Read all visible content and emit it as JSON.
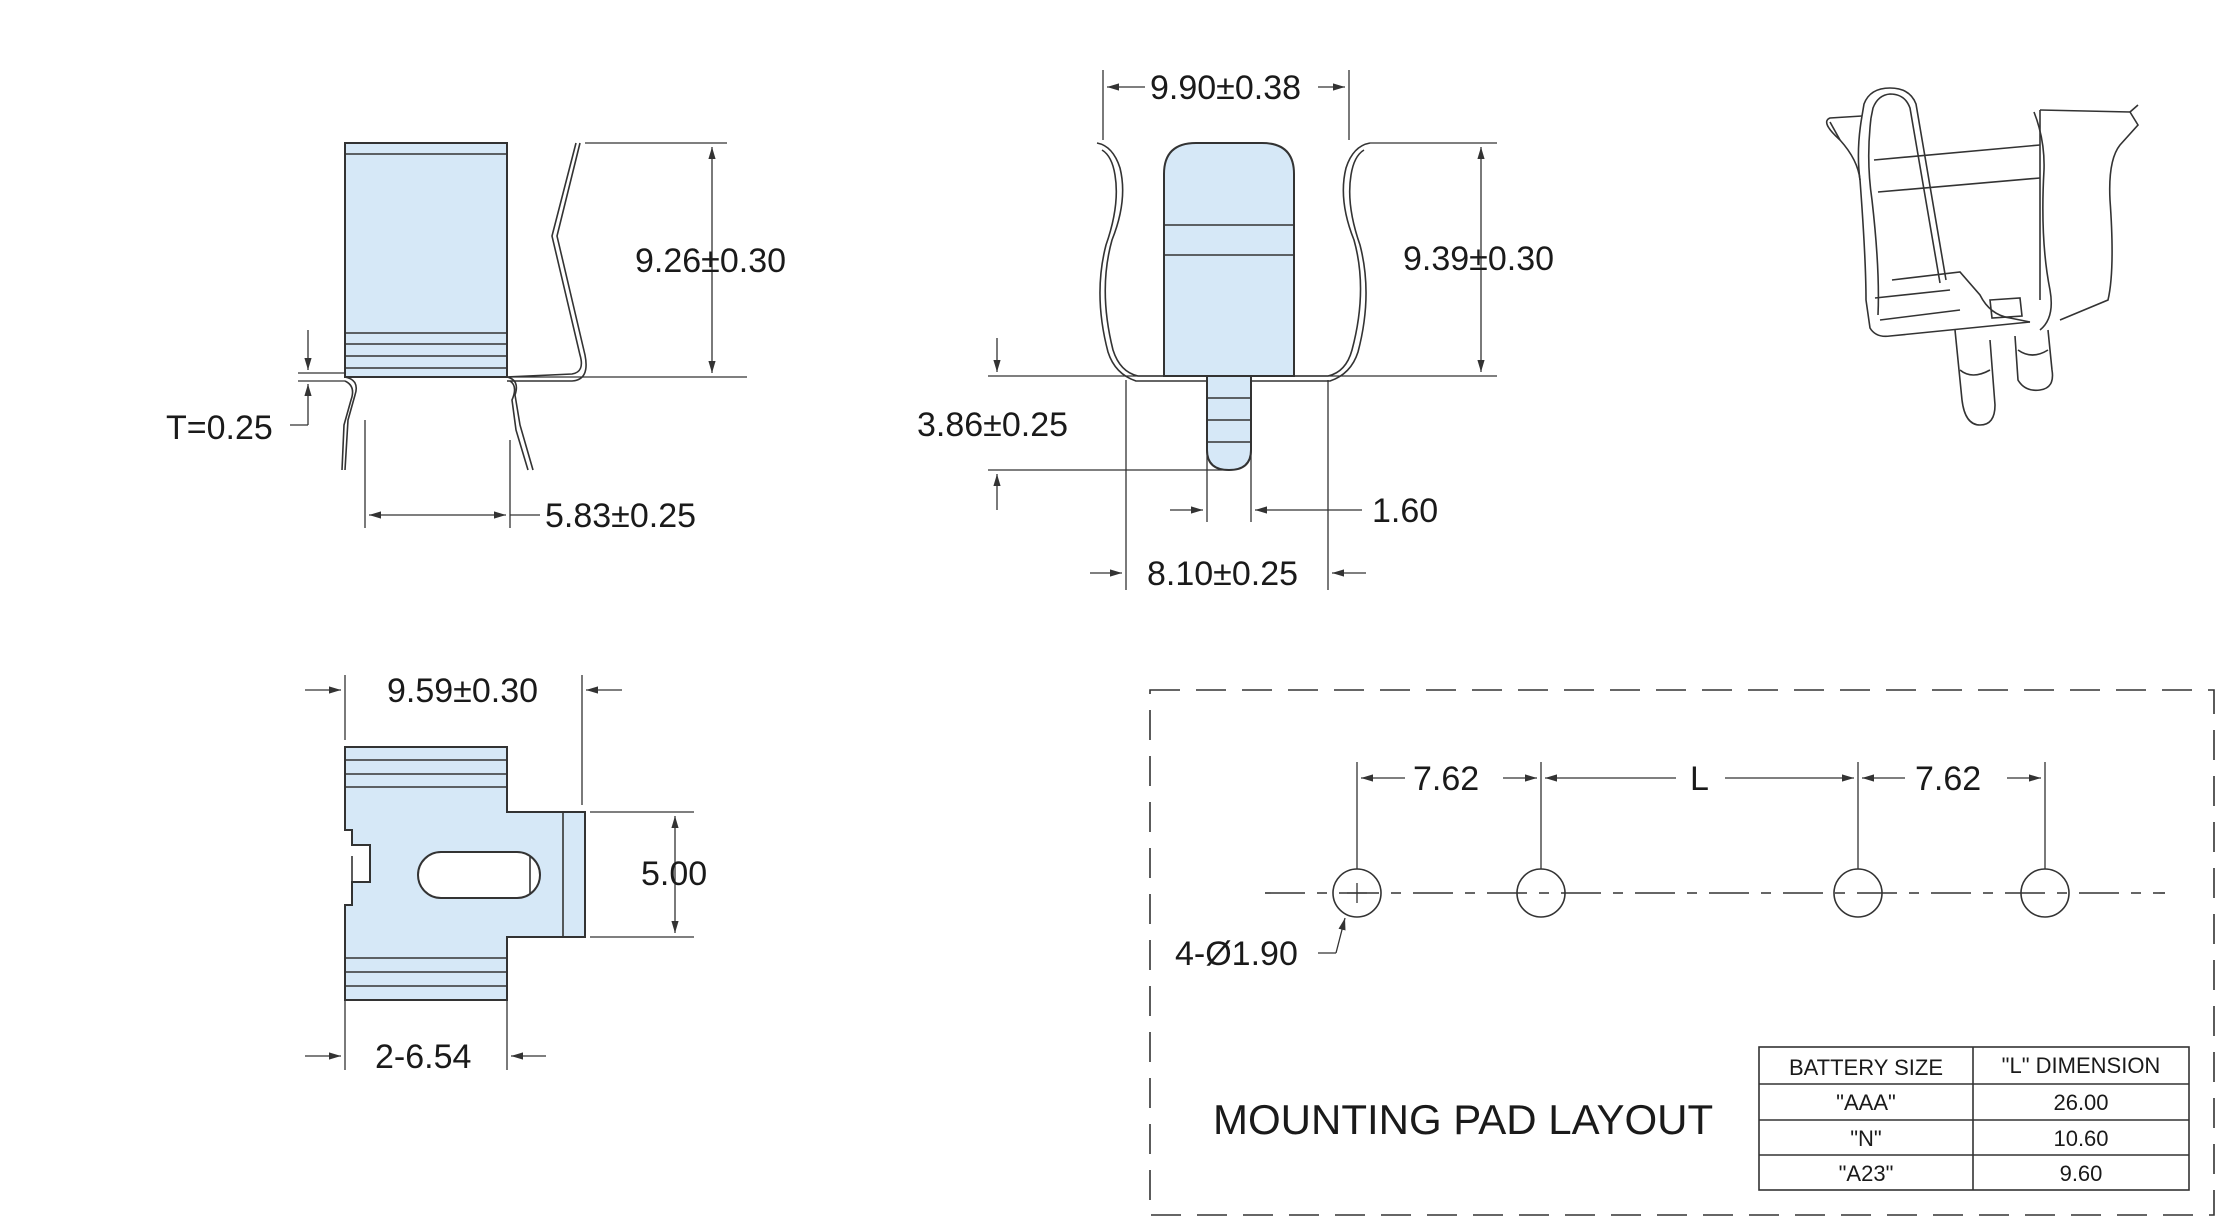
{
  "views": {
    "side": {
      "height_dim": "9.26±0.30",
      "thickness_dim": "T=0.25",
      "leg_spacing_dim": "5.83±0.25"
    },
    "front": {
      "top_width_dim": "9.90±0.38",
      "height_dim": "9.39±0.30",
      "tab_length_dim": "3.86±0.25",
      "tab_width_dim": "1.60",
      "base_width_dim": "8.10±0.25"
    },
    "bottom": {
      "width_dim": "9.59±0.30",
      "tab_height_dim": "5.00",
      "edge_dim": "2-6.54"
    }
  },
  "mounting_pad": {
    "title": "MOUNTING PAD LAYOUT",
    "spacing_left": "7.62",
    "spacing_middle": "L",
    "spacing_right": "7.62",
    "hole_callout": "4-Ø1.90",
    "table": {
      "headers": [
        "BATTERY SIZE",
        "\"L\" DIMENSION"
      ],
      "rows": [
        [
          "\"AAA\"",
          "26.00"
        ],
        [
          "\"N\"",
          "10.60"
        ],
        [
          "\"A23\"",
          "9.60"
        ]
      ]
    }
  },
  "colors": {
    "part_fill": "#d6e8f7",
    "line": "#333333"
  }
}
